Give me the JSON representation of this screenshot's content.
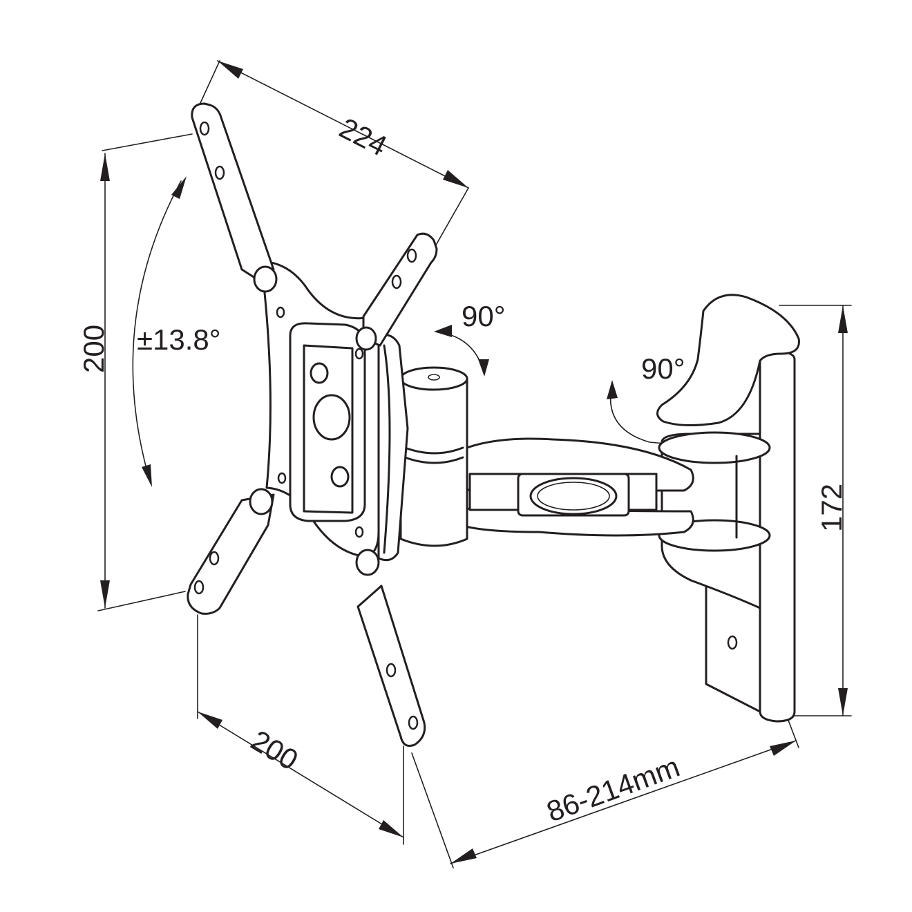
{
  "diagram": {
    "dimensions": {
      "top_width": "224",
      "left_height": "200",
      "bottom_width": "200",
      "right_height": "172",
      "extension": "86-214mm"
    },
    "angles": {
      "tilt": "±13.8°",
      "swivel_head": "90°",
      "swivel_wall": "90°"
    }
  }
}
